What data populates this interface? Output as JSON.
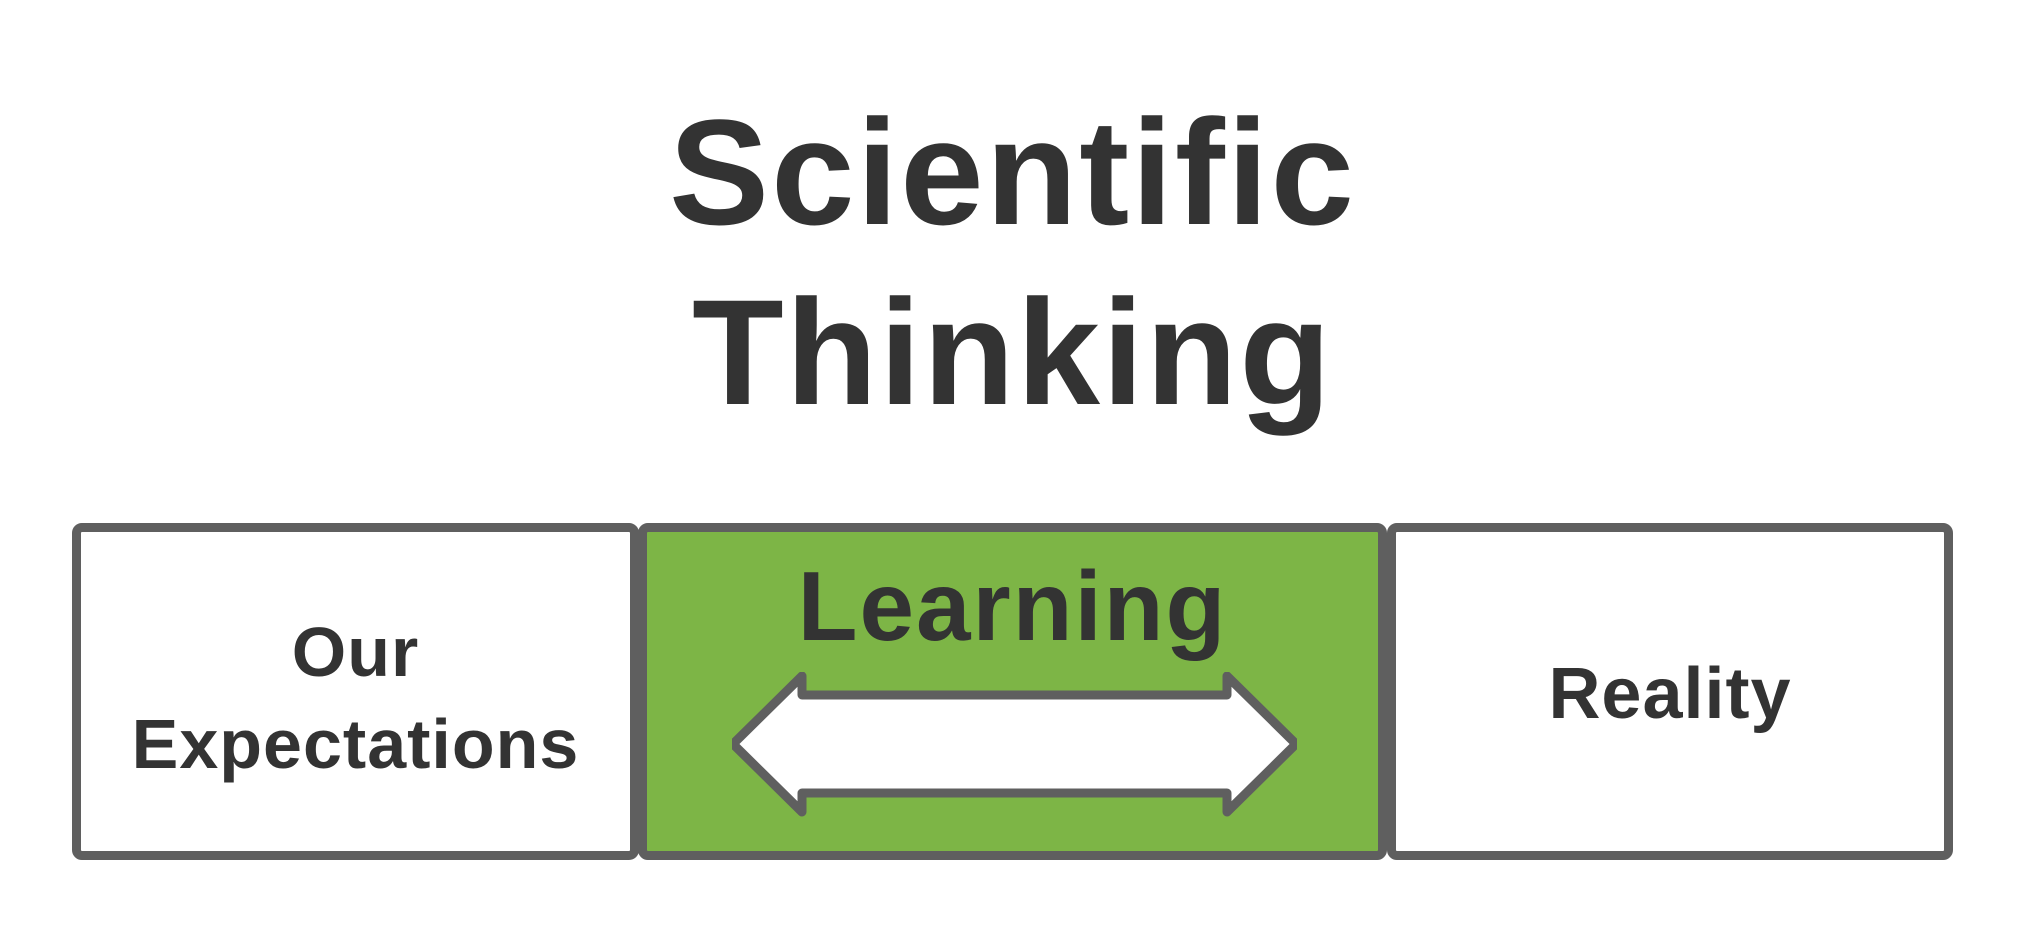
{
  "title": {
    "line1": "Scientific",
    "line2": "Thinking"
  },
  "panels": {
    "left": {
      "line1": "Our",
      "line2": "Expectations"
    },
    "middle": {
      "label": "Learning"
    },
    "right": {
      "label": "Reality"
    }
  },
  "icons": {
    "arrow": "double-headed-arrow-icon"
  },
  "colors": {
    "text": "#333333",
    "border": "#5f5f5f",
    "learning_fill": "#7db546",
    "panel_fill": "#ffffff"
  }
}
